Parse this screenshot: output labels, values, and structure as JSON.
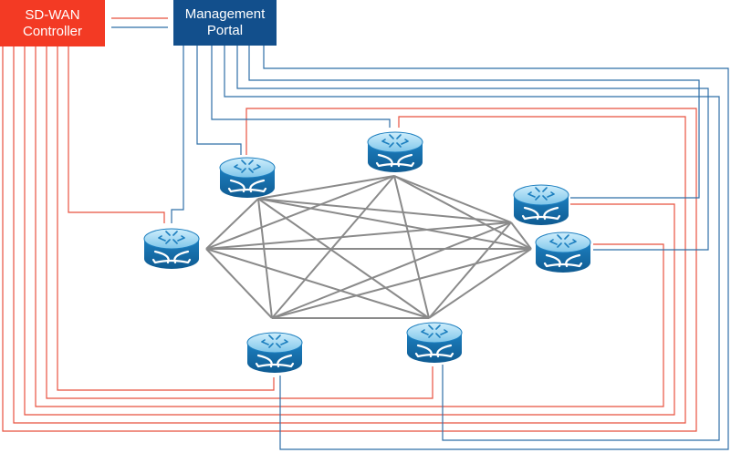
{
  "controller": {
    "label": "SD-WAN\nController",
    "color": "#f33a24"
  },
  "portal": {
    "label": "Management\nPortal",
    "color": "#124f8c"
  },
  "colors": {
    "mesh": "#8a8a8a",
    "controller_link": "#e8523f",
    "portal_link": "#2f6fa8",
    "router_top": "#7fc6ea",
    "router_body": "#1d7fbf",
    "router_dark": "#0f5b92"
  },
  "routers": [
    {
      "id": "r1"
    },
    {
      "id": "r2"
    },
    {
      "id": "r3"
    },
    {
      "id": "r4"
    },
    {
      "id": "r5"
    },
    {
      "id": "r6"
    },
    {
      "id": "r7"
    }
  ],
  "icon": "router-icon"
}
